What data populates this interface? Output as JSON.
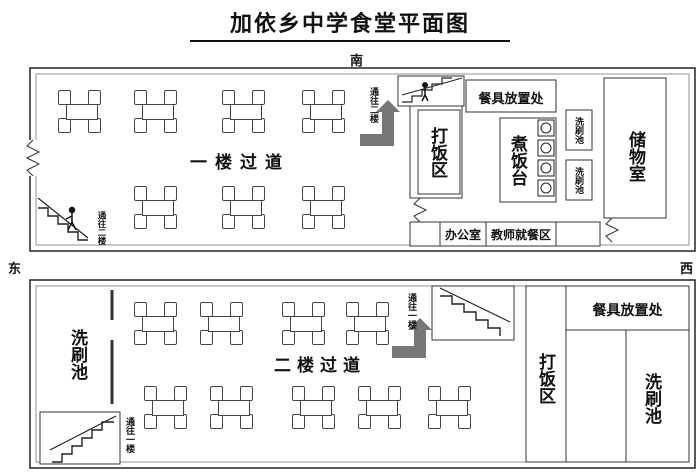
{
  "title": "加依乡中学食堂平面图",
  "compass": {
    "south": "南",
    "east": "东",
    "west": "西"
  },
  "floor1": {
    "corridor": "一楼过道",
    "stairs_to_2f": "通往二楼",
    "stairs_to_2f_top": "通往二楼",
    "serving_area": "打饭区",
    "tableware_area": "餐具放置处",
    "cooking_stage": "煮饭台",
    "sink_1": "洗刷池",
    "sink_2": "洗刷池",
    "storage": "储物室",
    "office": "办公室",
    "teacher_dining": "教师就餐区"
  },
  "floor2": {
    "corridor": "二楼过道",
    "stairs_to_1f_top": "通往一楼",
    "stairs_to_1f_bottom": "通往一楼",
    "sink_left": "洗刷池",
    "serving_area": "打饭区",
    "tableware_area": "餐具放置处",
    "sink_right": "洗刷池"
  }
}
